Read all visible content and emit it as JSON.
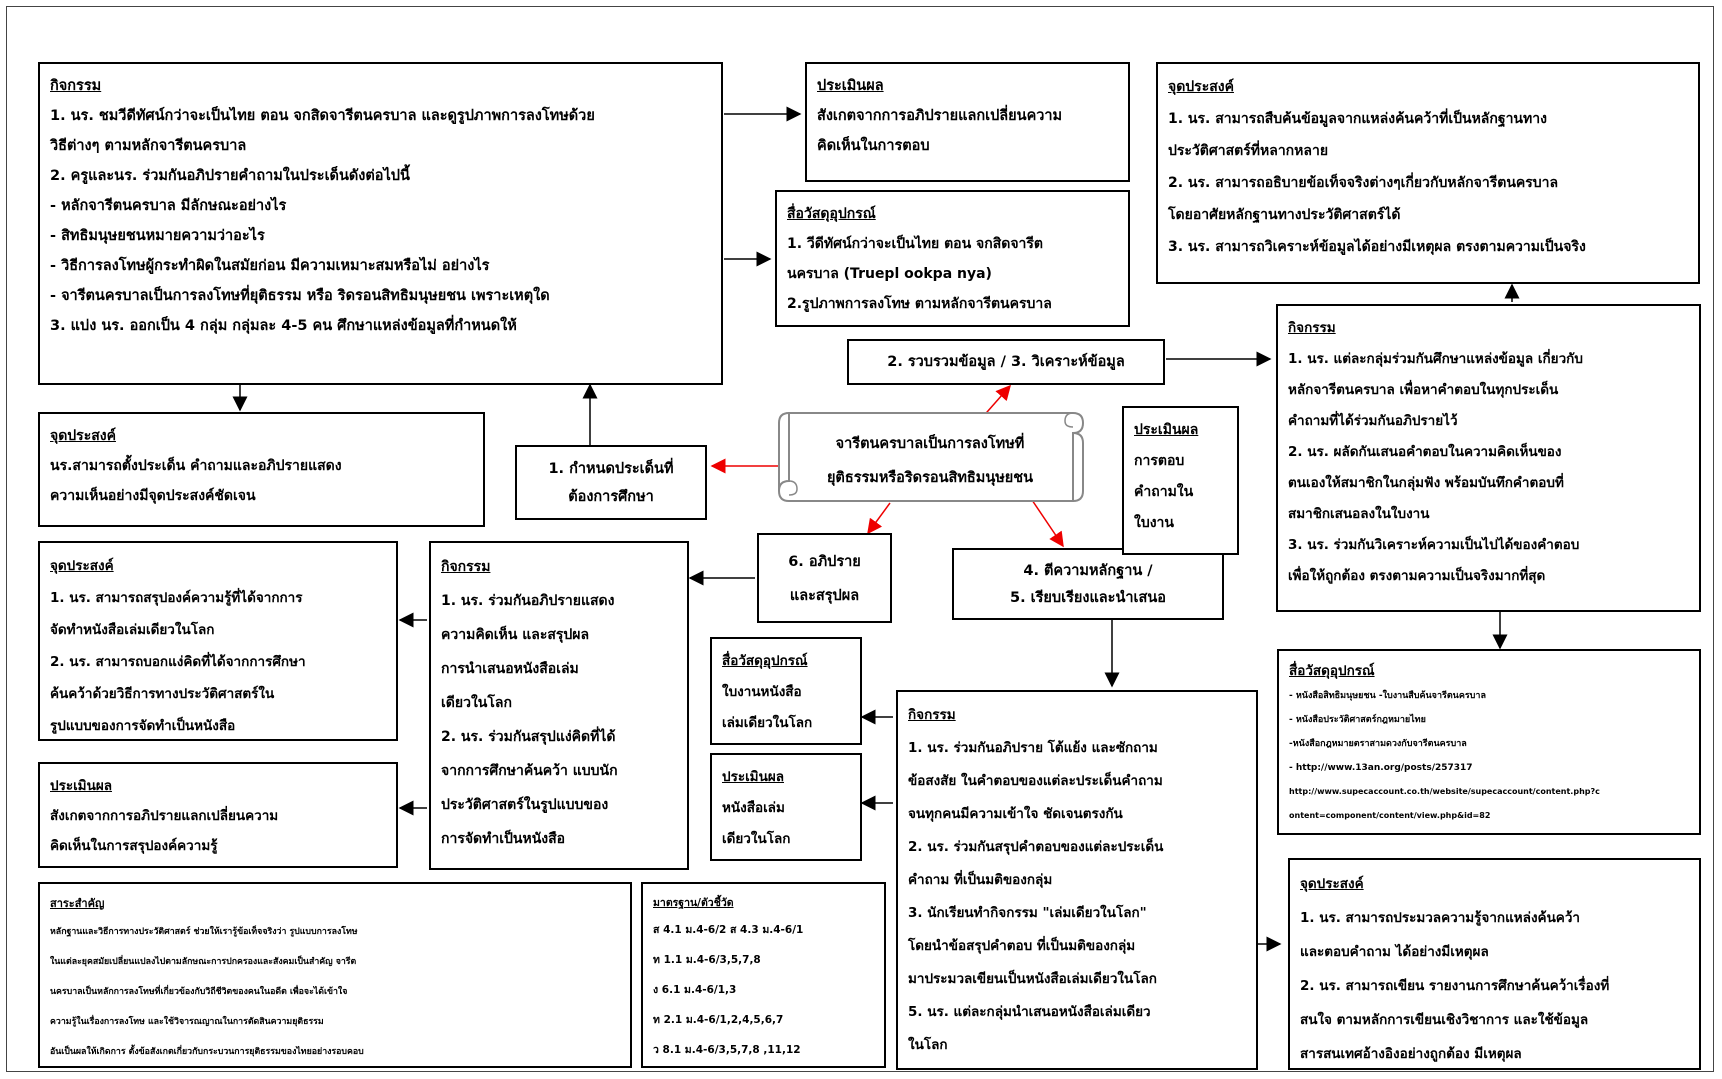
{
  "center": {
    "lines": [
      "จารีตนครบาลเป็นการลงโทษที่",
      "ยุติธรรมหรือริดรอนสิทธิมนุษยชน"
    ]
  },
  "steps": {
    "s1": [
      "1. กำหนดประเด็นที่",
      "ต้องการศึกษา"
    ],
    "s23": "2. รวบรวมข้อมูล / 3. วิเคราะห์ข้อมูล",
    "s45": [
      "4. ตีความหลักฐาน /",
      "5. เรียบเรียงและนำเสนอ"
    ],
    "s6": [
      "6. อภิปราย",
      "และสรุปผล"
    ]
  },
  "act1": {
    "title": "กิจกรรม",
    "lines": [
      "1. นร. ชมวีดีทัศน์กว่าจะเป็นไทย ตอน จกสิดจารีตนครบาล และดูรูปภาพการลงโทษด้วย",
      "วิธีต่างๆ ตามหลักจารีตนครบาล",
      "2. ครูและนร. ร่วมกันอภิปรายคำถามในประเด็นดังต่อไปนี้",
      "- หลักจารีตนครบาล มีลักษณะอย่างไร",
      "- สิทธิมนุษยชนหมายความว่าอะไร",
      "- วิธีการลงโทษผู้กระทำผิดในสมัยก่อน มีความเหมาะสมหรือไม่ อย่างไร",
      "- จารีตนครบาลเป็นการลงโทษที่ยุติธรรม หรือ ริดรอนสิทธิมนุษยชน เพราะเหตุใด",
      "3. แบ่ง นร. ออกเป็น 4 กลุ่ม กลุ่มละ 4-5 คน ศึกษาแหล่งข้อมูลที่กำหนดให้"
    ]
  },
  "eval1": {
    "title": "ประเมินผล",
    "lines": [
      "สังเกตจากการอภิปรายแลกเปลี่ยนความ",
      "คิดเห็นในการตอบ"
    ]
  },
  "media1": {
    "title": "สื่อวัสดุอุปกรณ์",
    "lines": [
      "1. วีดีทัศน์กว่าจะเป็นไทย ตอน จกสิดจารีต",
      "นครบาล (Truepl ookpa nya)",
      "2.รูปภาพการลงโทษ ตามหลักจารีตนครบาล"
    ]
  },
  "obj1": {
    "title": "จุดประสงค์",
    "lines": [
      "1. นร. สามารถสืบค้นข้อมูลจากแหล่งค้นคว้าที่เป็นหลักฐานทาง",
      "ประวัติศาสตร์ที่หลากหลาย",
      "2. นร. สามารถอธิบายข้อเท็จจริงต่างๆเกี่ยวกับหลักจารีตนครบาล",
      "โดยอาศัยหลักฐานทางประวัติศาสตร์ได้",
      "3. นร. สามารถวิเคราะห์ข้อมูลได้อย่างมีเหตุผล ตรงตามความเป็นจริง"
    ]
  },
  "obj2": {
    "title": "จุดประสงค์",
    "lines": [
      "นร.สามารถตั้งประเด็น คำถามและอภิปรายแสดง",
      "ความเห็นอย่างมีจุดประสงค์ชัดเจน"
    ]
  },
  "eval2": {
    "title": "ประเมินผล",
    "lines": [
      "การตอบ",
      "คำถามใน",
      "ใบงาน"
    ]
  },
  "act2": {
    "title": "กิจกรรม",
    "lines": [
      "1. นร. แต่ละกลุ่มร่วมกันศึกษาแหล่งข้อมูล เกี่ยวกับ",
      "หลักจารีตนครบาล เพื่อหาคำตอบในทุกประเด็น",
      "คำถามที่ได้ร่วมกันอภิปรายไว้",
      "2. นร. ผลัดกันเสนอคำตอบในความคิดเห็นของ",
      "ตนเองให้สมาชิกในกลุ่มฟัง พร้อมบันทึกคำตอบที่",
      "สมาชิกเสนอลงในใบงาน",
      "3. นร. ร่วมกันวิเคราะห์ความเป็นไปได้ของคำตอบ",
      "เพื่อให้ถูกต้อง ตรงตามความเป็นจริงมากที่สุด"
    ]
  },
  "obj3": {
    "title": "จุดประสงค์",
    "lines": [
      "1. นร. สามารถสรุปองค์ความรู้ที่ได้จากการ",
      "จัดทำหนังสือเล่มเดียวในโลก",
      "2. นร. สามารถบอกแง่คิดที่ได้จากการศึกษา",
      "ค้นคว้าด้วยวิธีการทางประวัติศาสตร์ใน",
      "รูปแบบของการจัดทำเป็นหนังสือ"
    ]
  },
  "act3": {
    "title": "กิจกรรม",
    "lines": [
      "1. นร. ร่วมกันอภิปรายแสดง",
      "ความคิดเห็น และสรุปผล",
      "การนำเสนอหนังสือเล่ม",
      "เดียวในโลก",
      "2. นร. ร่วมกันสรุปแง่คิดที่ได้",
      "จากการศึกษาค้นคว้า แบบนัก",
      "ประวัติศาสตร์ในรูปแบบของ",
      "การจัดทำเป็นหนังสือ"
    ]
  },
  "media2": {
    "title": "สื่อวัสดุอุปกรณ์",
    "lines": [
      "ใบงานหนังสือ",
      "เล่มเดียวในโลก"
    ]
  },
  "eval3": {
    "title": "ประเมินผล",
    "lines": [
      "หนังสือเล่ม",
      "เดียวในโลก"
    ]
  },
  "eval4": {
    "title": "ประเมินผล",
    "lines": [
      "สังเกตจากการอภิปรายแลกเปลี่ยนความ",
      "คิดเห็นในการสรุปองค์ความรู้"
    ]
  },
  "media3": {
    "title": "สื่อวัสดุอุปกรณ์",
    "lines": [
      "- หนังสือสิทธิมนุษยชน      -ใบงานสืบค้นจารีตนครบาล",
      "- หนังสือประวัติศาสตร์กฎหมายไทย",
      "-หนังสือกฎหมายตราสามดวงกับจารีตนครบาล",
      "- http://www.13an.org/posts/257317",
      "   http://www.supecaccount.co.th/website/supecaccount/content.php?c",
      "   ontent=component/content/view.php&id=82"
    ]
  },
  "act4": {
    "title": "กิจกรรม",
    "lines": [
      "1. นร. ร่วมกันอภิปราย โต้แย้ง และซักถาม",
      "ข้อสงสัย ในคำตอบของแต่ละประเด็นคำถาม",
      "จนทุกคนมีความเข้าใจ ชัดเจนตรงกัน",
      "2. นร. ร่วมกันสรุปคำตอบของแต่ละประเด็น",
      "คำถาม ที่เป็นมติของกลุ่ม",
      "3. นักเรียนทำกิจกรรม \"เล่มเดียวในโลก\"",
      "โดยนำข้อสรุปคำตอบ ที่เป็นมติของกลุ่ม",
      "มาประมวลเขียนเป็นหนังสือเล่มเดียวในโลก",
      "5. นร. แต่ละกลุ่มนำเสนอหนังสือเล่มเดียว",
      "ในโลก"
    ]
  },
  "obj4": {
    "title": "จุดประสงค์",
    "lines": [
      "1. นร. สามารถประมวลความรู้จากแหล่งค้นคว้า",
      "และตอบคำถาม ได้อย่างมีเหตุผล",
      "2. นร. สามารถเขียน รายงานการศึกษาค้นคว้าเรื่องที่",
      "สนใจ ตามหลักการเขียนเชิงวิชาการ และใช้ข้อมูล",
      "สารสนเทศอ้างอิงอย่างถูกต้อง มีเหตุผล"
    ]
  },
  "core": {
    "title": "สาระสำคัญ",
    "lines": [
      "หลักฐานและวิธีการทางประวัติศาสตร์ ช่วยให้เรารู้ข้อเท็จจริงว่า รูปแบบการลงโทษ",
      "ในแต่ละยุคสมัยเปลี่ยนแปลงไปตามลักษณะการปกครองและสังคมเป็นสำคัญ จารีต",
      "นครบาลเป็นหลักการลงโทษที่เกี่ยวข้องกับวิถีชีวิตของคนในอดีต เพื่อจะได้เข้าใจ",
      "ความรู้ในเรื่องการลงโทษ และใช้วิจารณญาณในการตัดสินความยุติธรรม",
      "อันเป็นผลให้เกิดการ ตั้งข้อสังเกตเกี่ยวกับกระบวนการยุติธรรมของไทยอย่างรอบคอบ"
    ]
  },
  "standards": {
    "title": "มาตรฐาน/ตัวชี้วัด",
    "lines": [
      "ส 4.1  ม.4-6/2      ส 4.3  ม.4-6/1",
      "ท 1.1  ม.4-6/3,5,7,8",
      "ง 6.1  ม.4-6/1,3",
      "ท 2.1  ม.4-6/1,2,4,5,6,7",
      "ว 8.1  ม.4-6/3,5,7,8 ,11,12"
    ]
  }
}
